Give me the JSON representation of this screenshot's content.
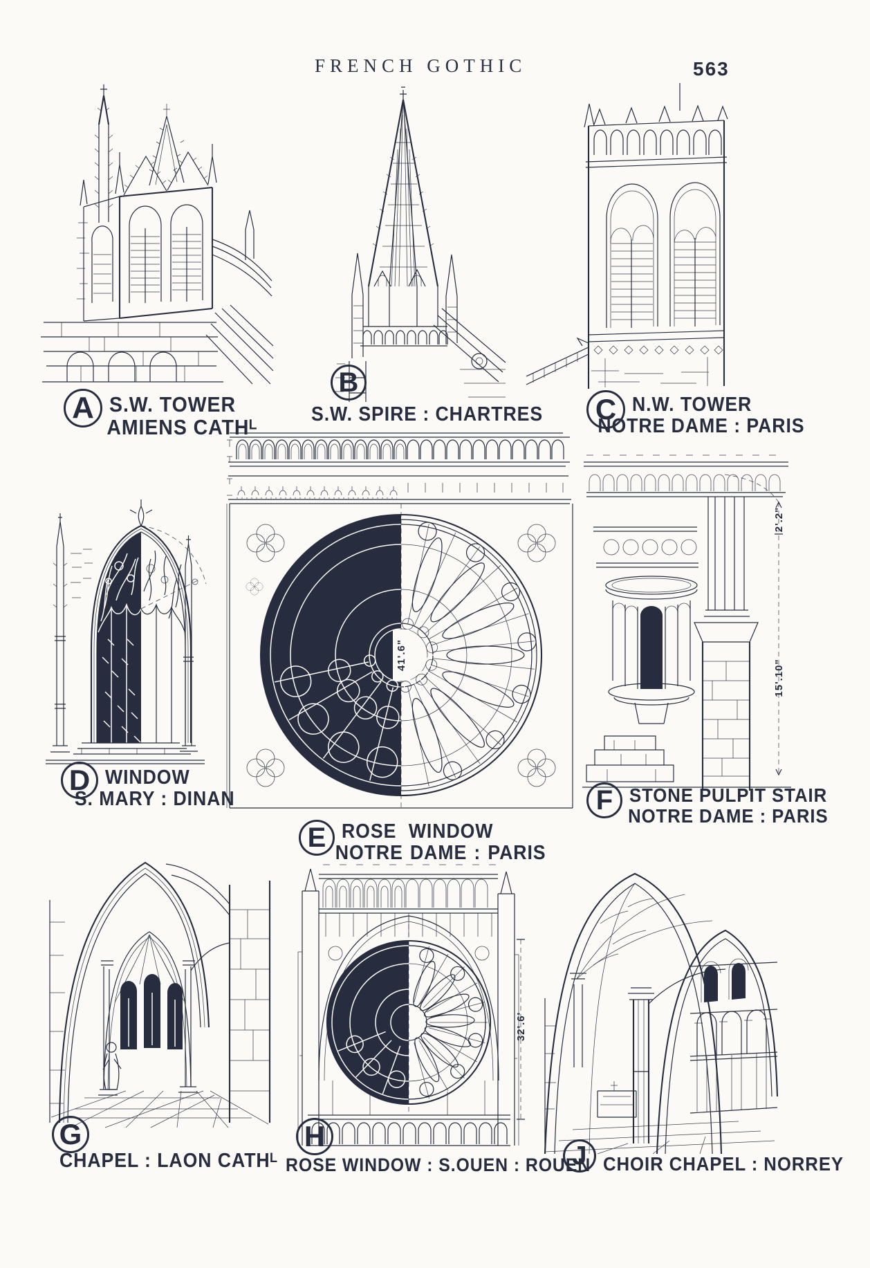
{
  "page": {
    "title": "FRENCH GOTHIC",
    "page_number": "563"
  },
  "figures": [
    {
      "letter": "A",
      "lines": [
        "S.W. TOWER",
        "AMIENS CATHᴸ"
      ]
    },
    {
      "letter": "B",
      "lines": [
        "S.W. SPIRE : CHARTRES"
      ]
    },
    {
      "letter": "C",
      "lines": [
        "N.W. TOWER",
        "NOTRE DAME : PARIS"
      ]
    },
    {
      "letter": "D",
      "lines": [
        "WINDOW",
        "S. MARY : DINAN"
      ]
    },
    {
      "letter": "E",
      "lines": [
        "ROSE WINDOW",
        "NOTRE DAME : PARIS"
      ]
    },
    {
      "letter": "F",
      "lines": [
        "STONE PULPIT STAIR",
        "NOTRE DAME : PARIS"
      ]
    },
    {
      "letter": "G",
      "lines": [
        "CHAPEL : LAON CATHᴸ"
      ]
    },
    {
      "letter": "H",
      "lines": [
        "ROSE WINDOW : S.OUEN : ROUEN"
      ]
    },
    {
      "letter": "J",
      "lines": [
        "CHOIR CHAPEL : NORREY"
      ]
    }
  ],
  "dimensions": {
    "rose_notre_dame_diameter": "41'.6\"",
    "pulpit_rail_height": "2'.2\"",
    "pulpit_total_height": "15'.10\"",
    "rose_s_ouen_diameter": "32'.6'"
  }
}
